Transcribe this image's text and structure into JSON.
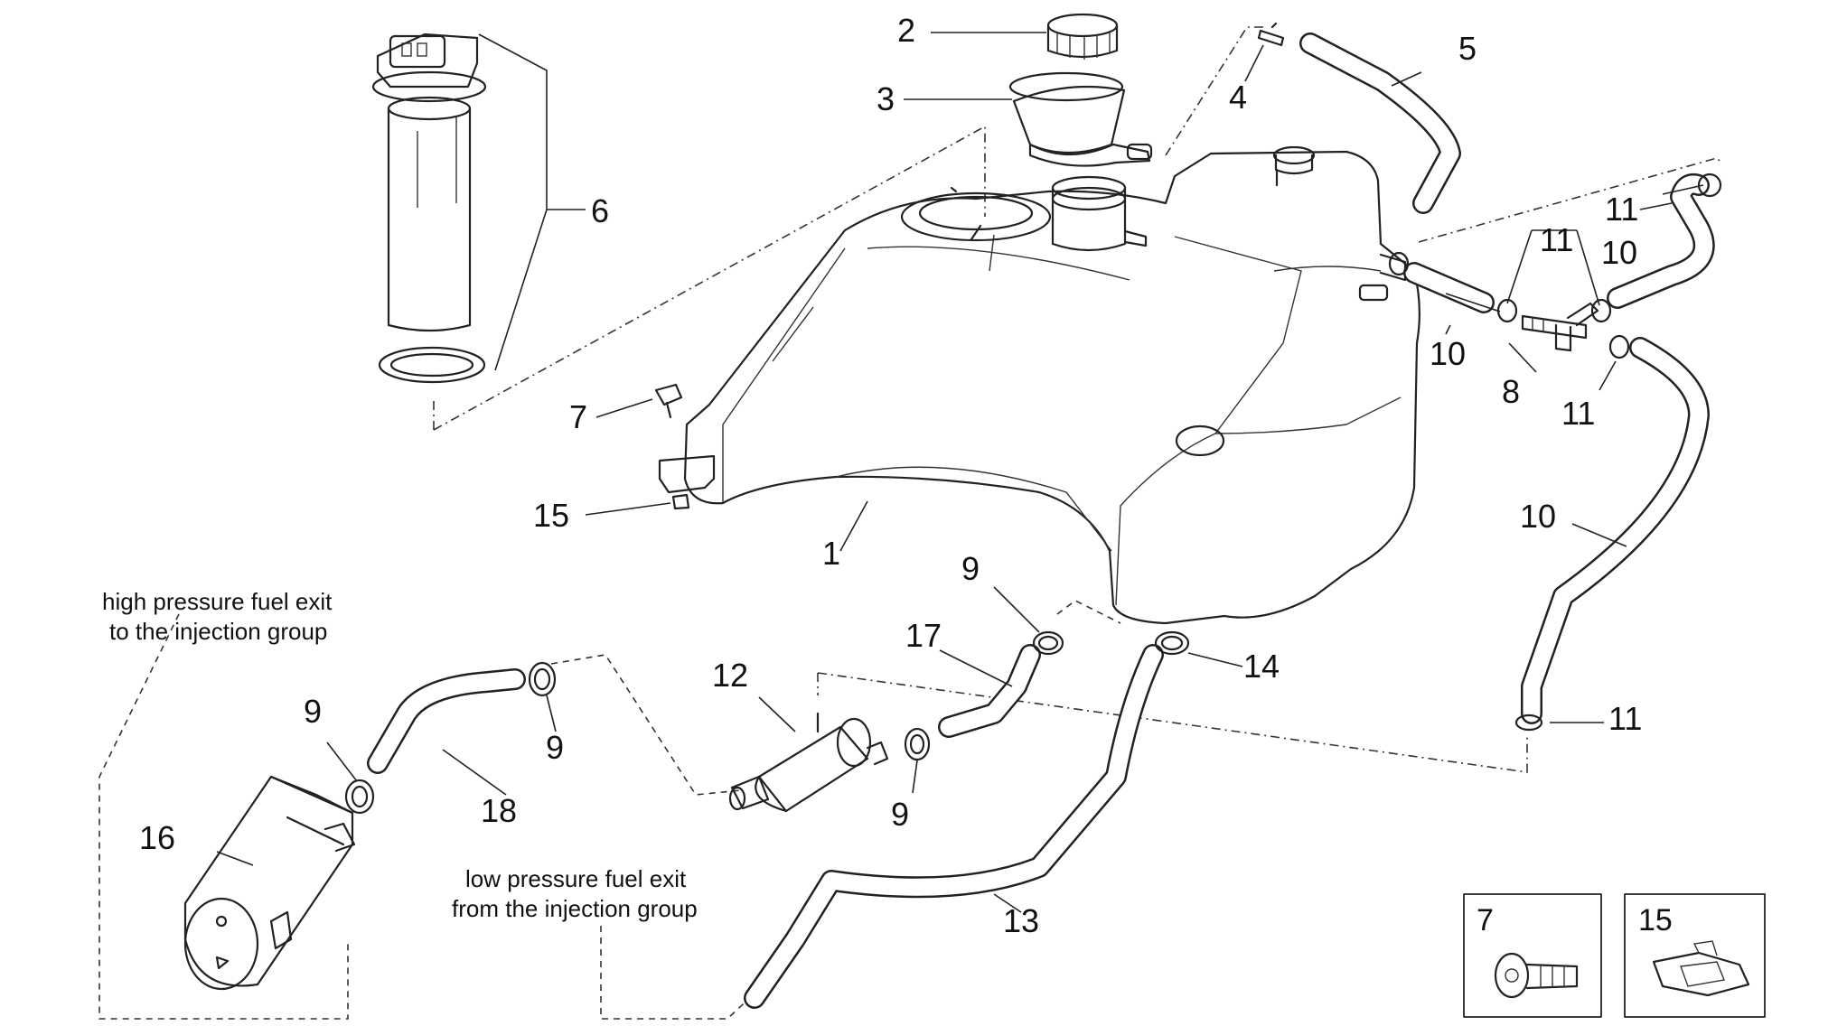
{
  "callouts": {
    "n1": "1",
    "n2": "2",
    "n3": "3",
    "n4": "4",
    "n5": "5",
    "n6": "6",
    "n7": "7",
    "n8": "8",
    "n9a": "9",
    "n9b": "9",
    "n9c": "9",
    "n9d": "9",
    "n10a": "10",
    "n10b": "10",
    "n10c": "10",
    "n11a": "11",
    "n11b": "11",
    "n11c": "11",
    "n11d": "11",
    "n12": "12",
    "n13": "13",
    "n14": "14",
    "n15": "15",
    "n16": "16",
    "n17": "17",
    "n18": "18"
  },
  "notes": {
    "high_pressure_line1": "high pressure fuel exit",
    "high_pressure_line2": "to the injection group",
    "low_pressure_line1": "low pressure fuel exit",
    "low_pressure_line2": "from the injection group"
  },
  "detail_boxes": {
    "box7_label": "7",
    "box15_label": "15"
  }
}
